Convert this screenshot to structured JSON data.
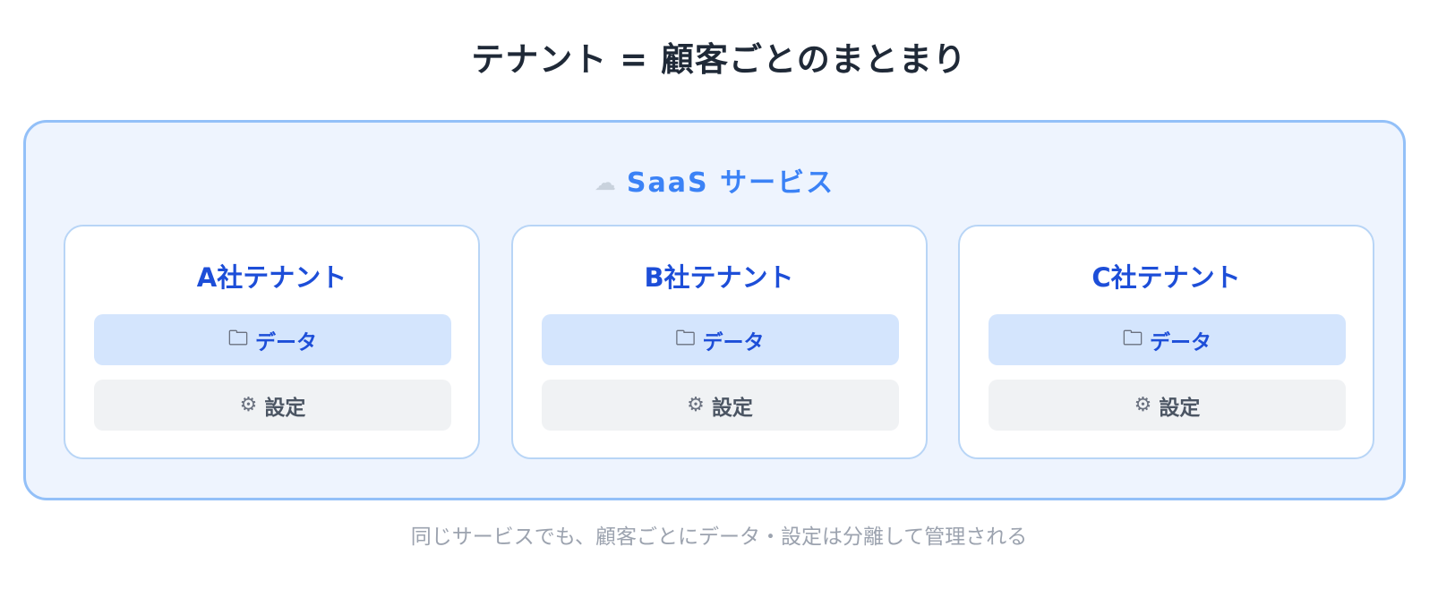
{
  "title": "テナント = 顧客ごとのまとまり",
  "service": {
    "icon": "cloud-icon",
    "icon_glyph": "☁",
    "label": "SaaS サービス"
  },
  "tenants": [
    {
      "name": "A社テナント",
      "data_label": "データ",
      "settings_label": "設定"
    },
    {
      "name": "B社テナント",
      "data_label": "データ",
      "settings_label": "設定"
    },
    {
      "name": "C社テナント",
      "data_label": "データ",
      "settings_label": "設定"
    }
  ],
  "icons": {
    "data": "folder-icon",
    "data_glyph": "🗀",
    "settings": "gear-icon",
    "settings_glyph": "⚙"
  },
  "colors": {
    "accent": "#3b82f6",
    "tenant_title": "#1d4ed8",
    "service_bg": "#eef4fe",
    "service_border": "#93c0f8"
  },
  "caption": "同じサービスでも、顧客ごとにデータ・設定は分離して管理される"
}
